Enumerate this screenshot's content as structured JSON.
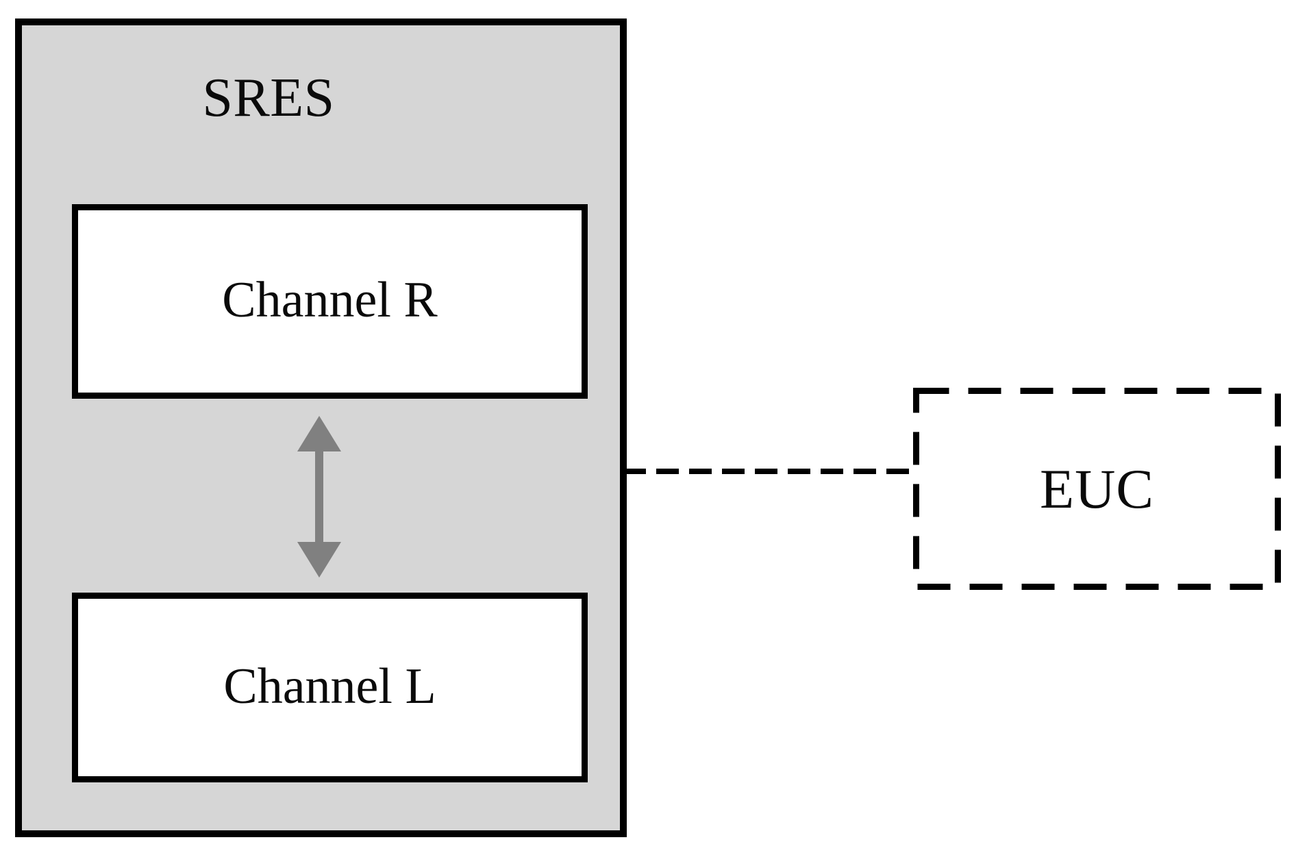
{
  "diagram": {
    "title": "SRES and EUC block diagram",
    "colors": {
      "container_fill": "#d6d6d6",
      "box_fill": "#ffffff",
      "stroke": "#000000",
      "arrow": "#808080",
      "background": "#ffffff"
    },
    "container": {
      "label": "SRES"
    },
    "blocks": [
      {
        "label": "Channel R"
      },
      {
        "label": "Channel L"
      }
    ],
    "external": {
      "label": "EUC",
      "border_style": "dashed"
    },
    "connectors": [
      {
        "name": "channel-r-to-channel-l",
        "style": "double-headed-arrow",
        "orientation": "vertical",
        "color": "#808080"
      },
      {
        "name": "sres-to-euc",
        "style": "dashed-line",
        "orientation": "horizontal",
        "color": "#000000"
      }
    ]
  }
}
